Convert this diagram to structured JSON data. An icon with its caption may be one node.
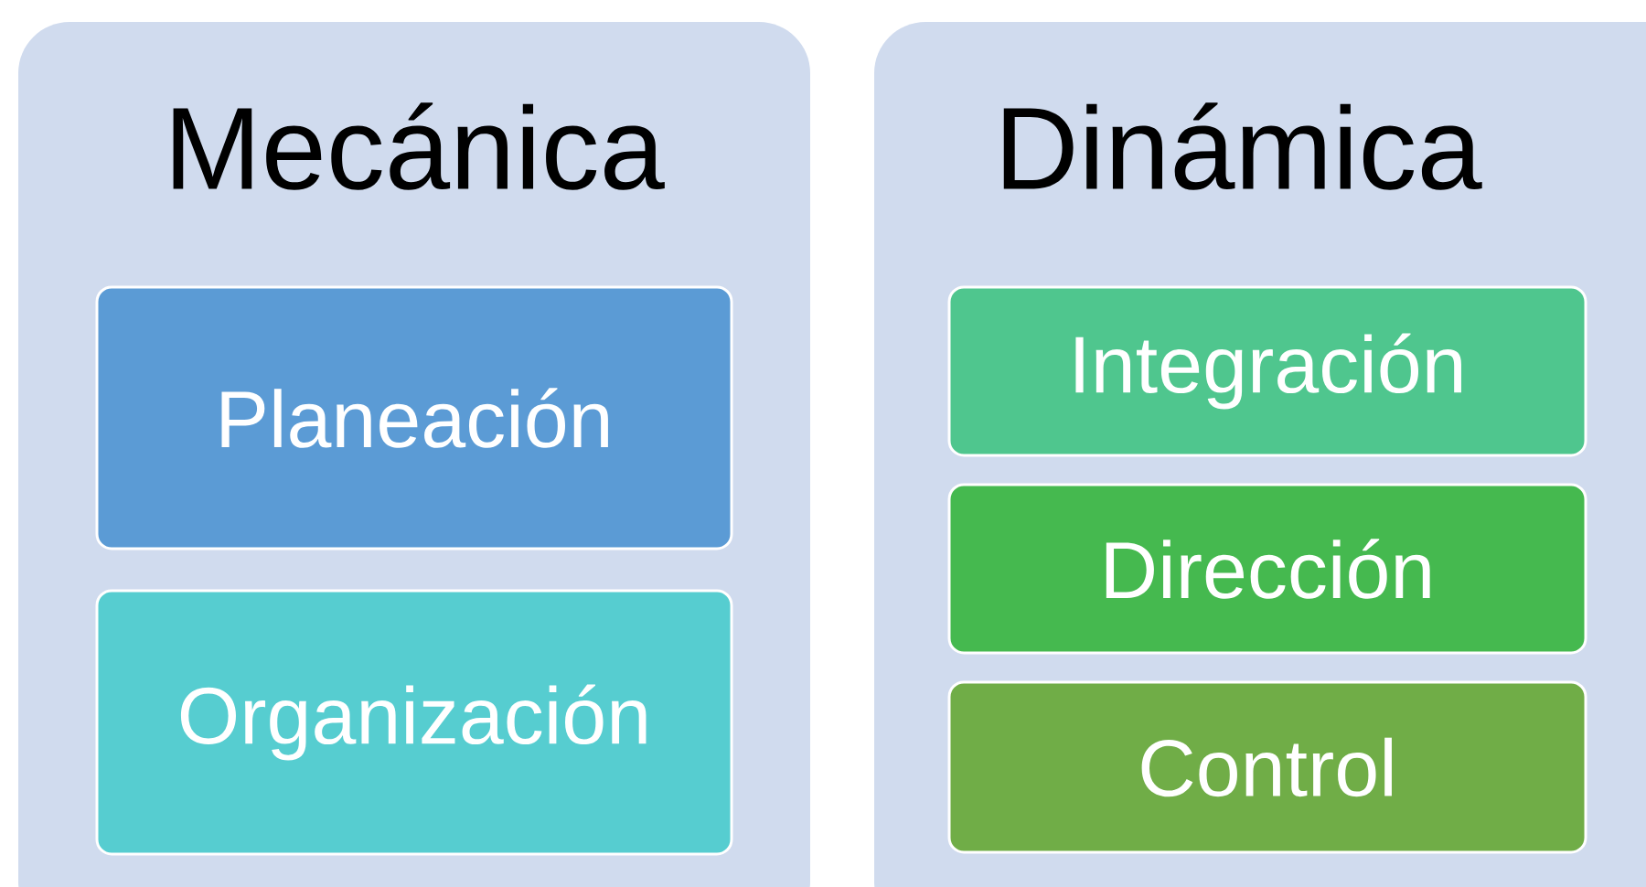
{
  "diagram": {
    "nodes": [
      {
        "text": [
          "Mecánica"
        ]
      },
      {
        "text": [
          "Planeación"
        ],
        "in": 0
      },
      {
        "text": [
          "Organización"
        ],
        "in": 0
      },
      {
        "text": [
          "Dinámica"
        ]
      },
      {
        "text": [
          "Integración"
        ],
        "in": 3
      },
      {
        "text": [
          "Dirección"
        ],
        "in": 3
      },
      {
        "text": [
          "Control"
        ],
        "in": 3
      }
    ]
  }
}
